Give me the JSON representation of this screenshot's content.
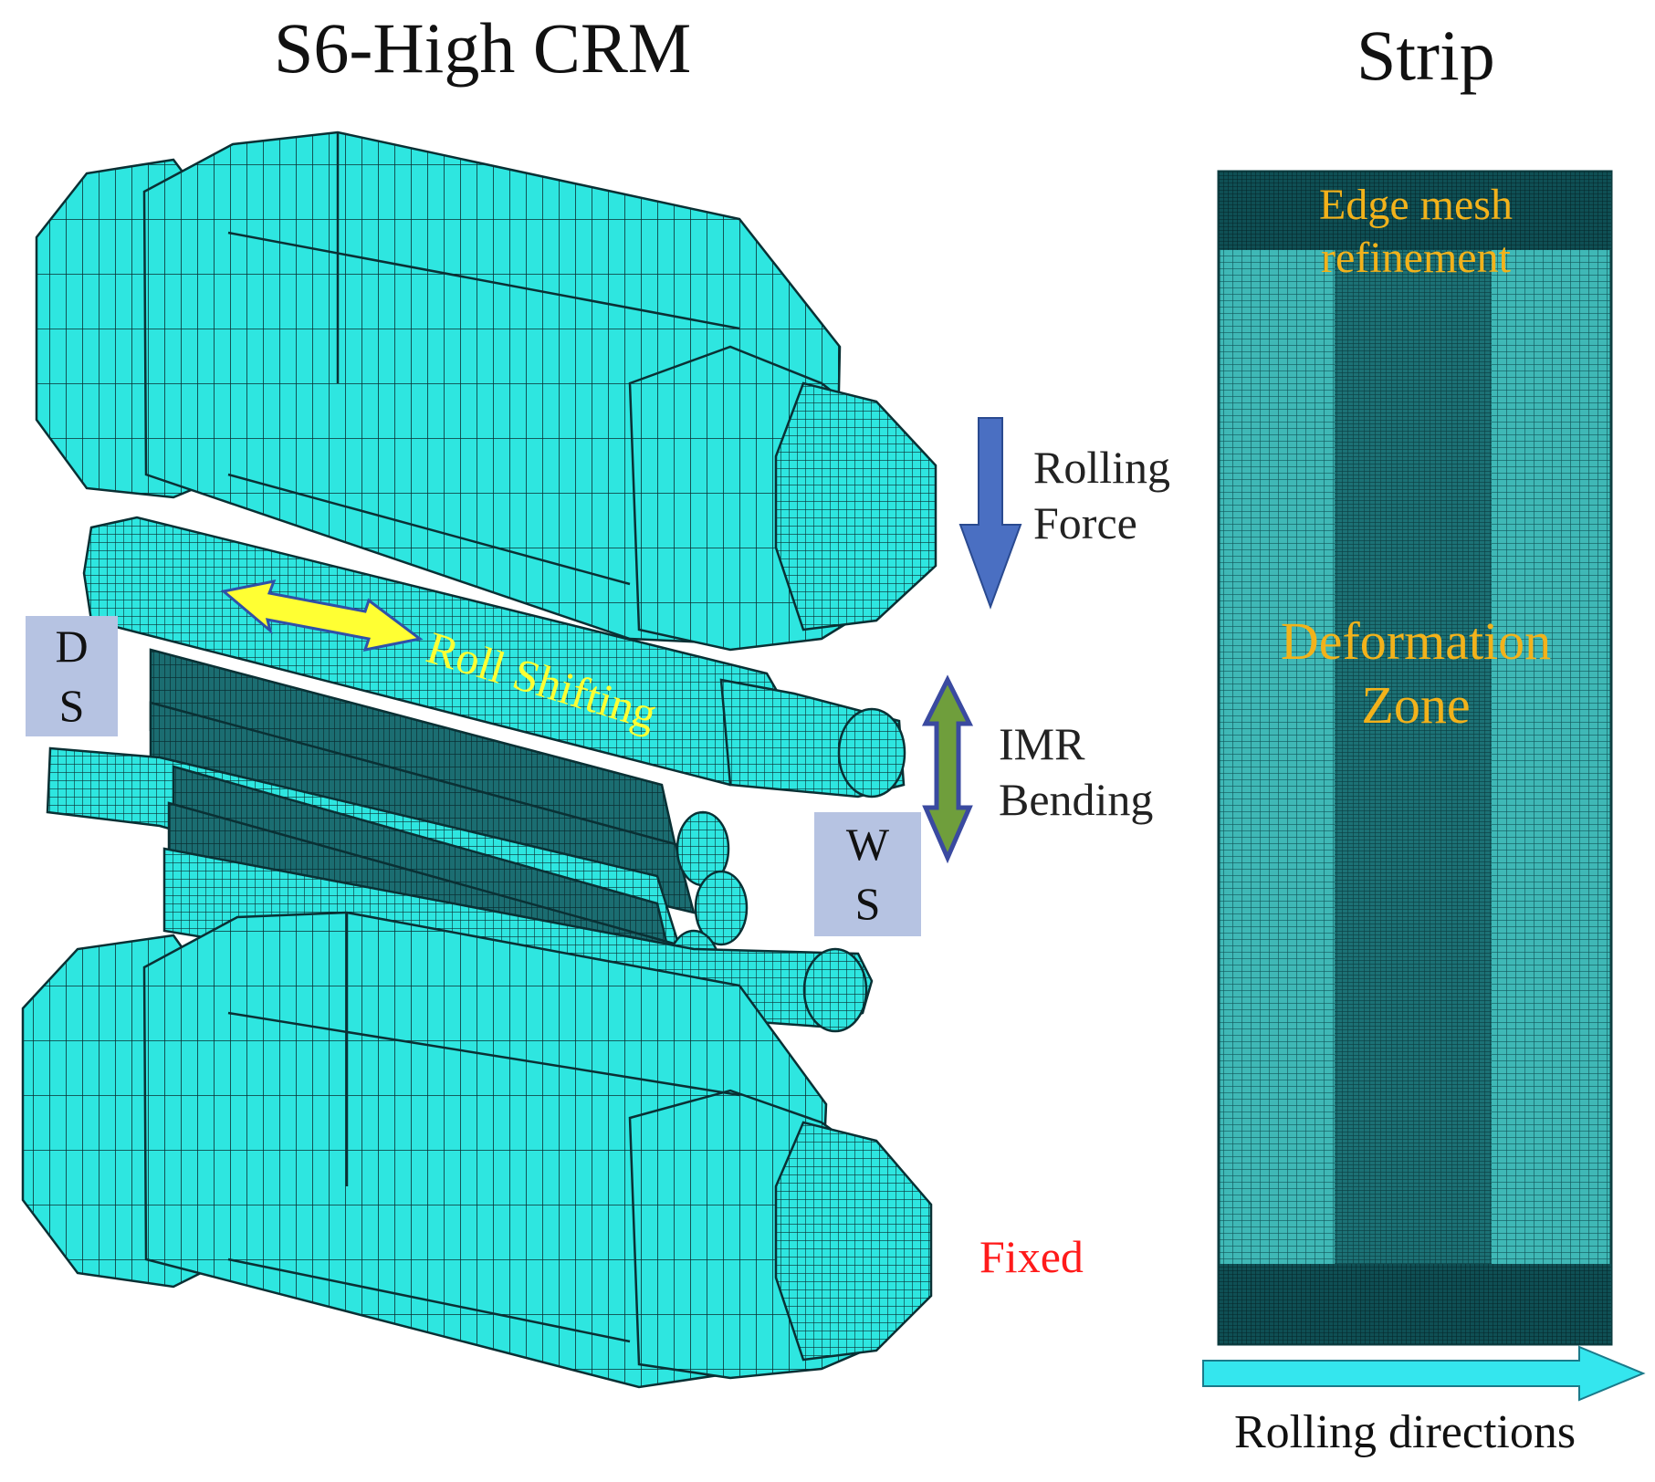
{
  "titles": {
    "left": "S6-High CRM",
    "right": "Strip"
  },
  "labels": {
    "rolling_force": [
      "Rolling",
      "Force"
    ],
    "imr_bending": [
      "IMR",
      "Bending"
    ],
    "roll_shifting": "Roll Shifting",
    "drive_side": [
      "D",
      "S"
    ],
    "work_side": [
      "W",
      "S"
    ],
    "fixed": "Fixed",
    "edge_mesh": [
      "Edge mesh",
      "refinement"
    ],
    "deformation_zone": [
      "Deformation",
      "Zone"
    ],
    "rolling_directions": "Rolling directions"
  },
  "colors": {
    "roll_mesh": "#2ee6e0",
    "mesh_line": "#0a3034",
    "strip_fine_mesh": "#0f4f54",
    "strip_mesh": "#3fb8b6",
    "force_arrow": "#4a6fc2",
    "bending_arrow": "#6f9e3c",
    "shifting_arrow": "#ffff33",
    "direction_arrow": "#34e6ee",
    "fixed_text": "#ff1a1a",
    "strip_text": "#f2b21b",
    "side_box": "#b6c3e2"
  },
  "icons": {
    "rolling_force": "down-arrow-icon",
    "imr_bending": "double-vertical-arrow-icon",
    "roll_shifting": "double-horizontal-arrow-icon",
    "rolling_direction": "right-arrow-icon"
  }
}
